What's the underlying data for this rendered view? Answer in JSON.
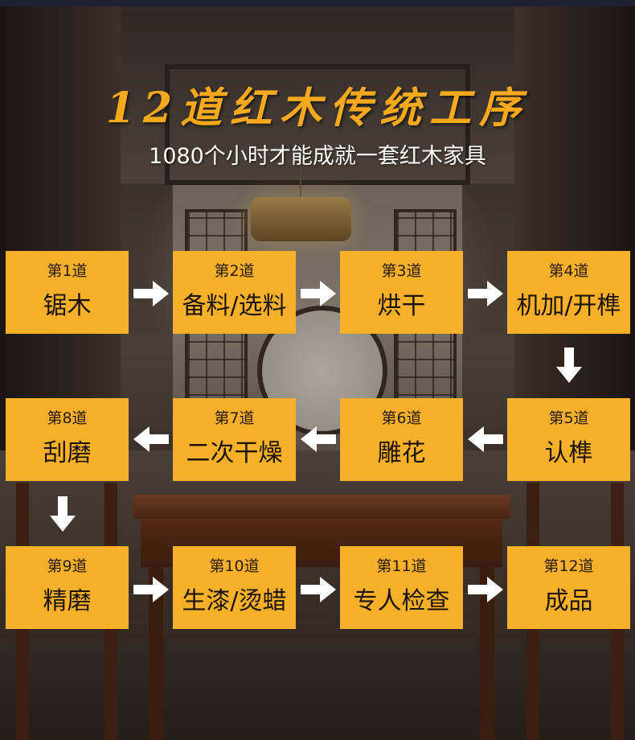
{
  "header": {
    "title": "12道红木传统工序",
    "subtitle": "1080个小时才能成就一套红木家具"
  },
  "steps": [
    {
      "num": "第1道",
      "name": "锯木"
    },
    {
      "num": "第2道",
      "name": "备料/选料"
    },
    {
      "num": "第3道",
      "name": "烘干"
    },
    {
      "num": "第4道",
      "name": "机加/开榫"
    },
    {
      "num": "第5道",
      "name": "认榫"
    },
    {
      "num": "第6道",
      "name": "雕花"
    },
    {
      "num": "第7道",
      "name": "二次干燥"
    },
    {
      "num": "第8道",
      "name": "刮磨"
    },
    {
      "num": "第9道",
      "name": "精磨"
    },
    {
      "num": "第10道",
      "name": "生漆/烫蜡"
    },
    {
      "num": "第11道",
      "name": "专人检查"
    },
    {
      "num": "第12道",
      "name": "成品"
    }
  ],
  "colors": {
    "box": "#f6b02a",
    "title": "#f6a91d",
    "arrow": "#ffffff"
  },
  "icons": {
    "arrow_right": "arrow-right-icon",
    "arrow_left": "arrow-left-icon",
    "arrow_down": "arrow-down-icon"
  }
}
